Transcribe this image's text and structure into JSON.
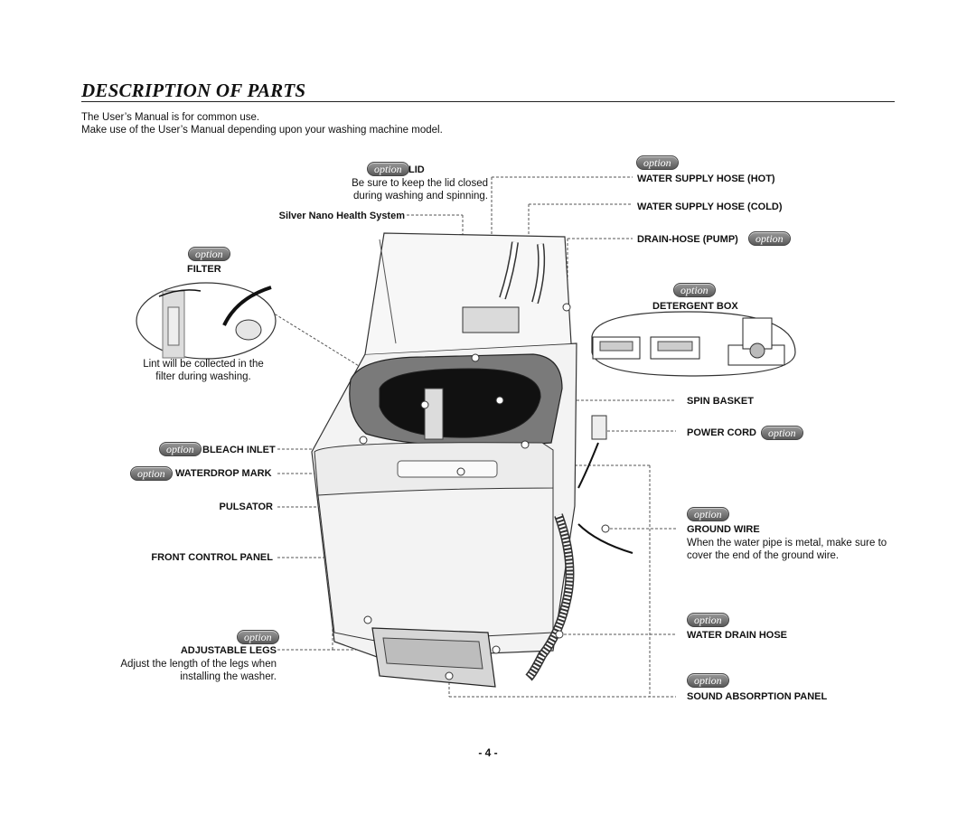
{
  "header": {
    "title": "DESCRIPTION OF PARTS",
    "intro_line1": "The User’s Manual is for common use.",
    "intro_line2": "Make use of the User’s Manual depending upon your washing machine model."
  },
  "badge": "option",
  "left": {
    "lid_label": "LID",
    "lid_note_1": "Be sure to keep the lid closed",
    "lid_note_2": "during washing and spinning.",
    "silver_nano": "Silver Nano Health System",
    "filter_label": "FILTER",
    "filter_note_1": "Lint will be collected in the",
    "filter_note_2": "filter during washing.",
    "bleach_inlet": "BLEACH INLET",
    "waterdrop_mark": "WATERDROP MARK",
    "pulsator": "PULSATOR",
    "front_control_panel": "FRONT CONTROL PANEL",
    "adjustable_legs": "ADJUSTABLE LEGS",
    "legs_note_1": "Adjust the length of the legs when",
    "legs_note_2": "installing the washer."
  },
  "right": {
    "water_hot": "WATER SUPPLY HOSE (HOT)",
    "water_cold": "WATER SUPPLY HOSE (COLD)",
    "drain_pump": "DRAIN-HOSE (PUMP)",
    "detergent_box": "DETERGENT BOX",
    "spin_basket": "SPIN BASKET",
    "power_cord": "POWER CORD",
    "ground_wire": "GROUND WIRE",
    "ground_note_1": "When the water pipe is metal, make sure to",
    "ground_note_2": "cover the end of the ground wire.",
    "water_drain_hose": "WATER DRAIN HOSE",
    "sound_absorption": "SOUND ABSORPTION PANEL"
  },
  "footer": {
    "page_number": "- 4 -"
  }
}
